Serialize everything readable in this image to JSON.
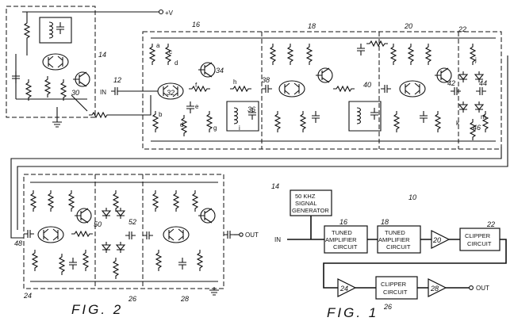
{
  "figures": {
    "fig1": "FIG. 1",
    "fig2": "FIG. 2"
  },
  "blocks": {
    "generator": [
      "50  KHZ",
      "SIGNAL",
      "GENERATOR"
    ],
    "amp": [
      "TUNED",
      "AMPLIFIER",
      "CIRCUIT"
    ],
    "clipper": [
      "CLIPPER",
      "CIRCUIT"
    ]
  },
  "labels": {
    "supply": "+V",
    "in_top": "IN",
    "in_fig1": "IN",
    "out_fig1": "OUT",
    "out_fig2": "OUT",
    "ref10": "10",
    "ref12": "12",
    "ref14a": "14",
    "ref14b": "14",
    "ref16a": "16",
    "ref16b": "16",
    "ref18a": "18",
    "ref18b": "18",
    "ref20a": "20",
    "ref20b": "20",
    "ref22a": "22",
    "ref22b": "22",
    "ref24b": "24",
    "ref24c": "24",
    "ref26b": "26",
    "ref26c": "26",
    "ref28b": "28",
    "ref28c": "28",
    "ref30": "30",
    "ref32": "32",
    "ref34": "34",
    "ref36": "36",
    "ref38": "38",
    "ref40": "40",
    "ref42": "42",
    "ref44": "44",
    "ref46a": "46",
    "ref48": "48",
    "ref50": "50",
    "ref52": "52",
    "a": "a",
    "b": "b",
    "c": "c",
    "d1": "d",
    "d2": "d",
    "e": "e",
    "f": "f",
    "g": "g",
    "h": "h",
    "i": "i",
    "j": "j",
    "k": "k",
    "m": "m"
  }
}
